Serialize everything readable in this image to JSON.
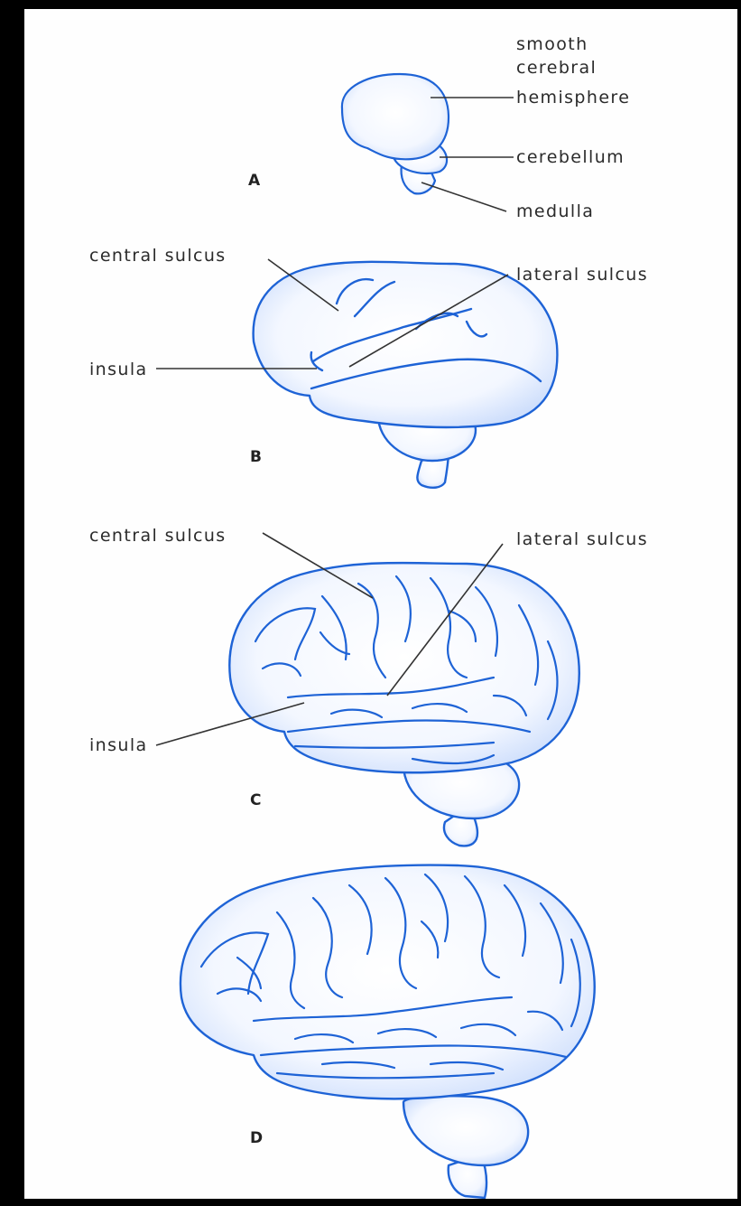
{
  "colors": {
    "outline": "#1e63d6",
    "fill": "#eaf1ff",
    "ink": "#2b2b2b",
    "background": "#000000",
    "paper": "#fefefe"
  },
  "panel_a": {
    "stage": "A",
    "labels": {
      "hemisphere_1": "smooth",
      "hemisphere_2": "cerebral",
      "hemisphere_3": "hemisphere",
      "cerebellum": "cerebellum",
      "medulla": "medulla"
    }
  },
  "panel_b": {
    "stage": "B",
    "labels": {
      "central_sulcus": "central sulcus",
      "lateral_sulcus": "lateral sulcus",
      "insula": "insula"
    }
  },
  "panel_c": {
    "stage": "C",
    "labels": {
      "central_sulcus": "central sulcus",
      "lateral_sulcus": "lateral sulcus",
      "insula": "insula"
    }
  },
  "panel_d": {
    "stage": "D"
  }
}
